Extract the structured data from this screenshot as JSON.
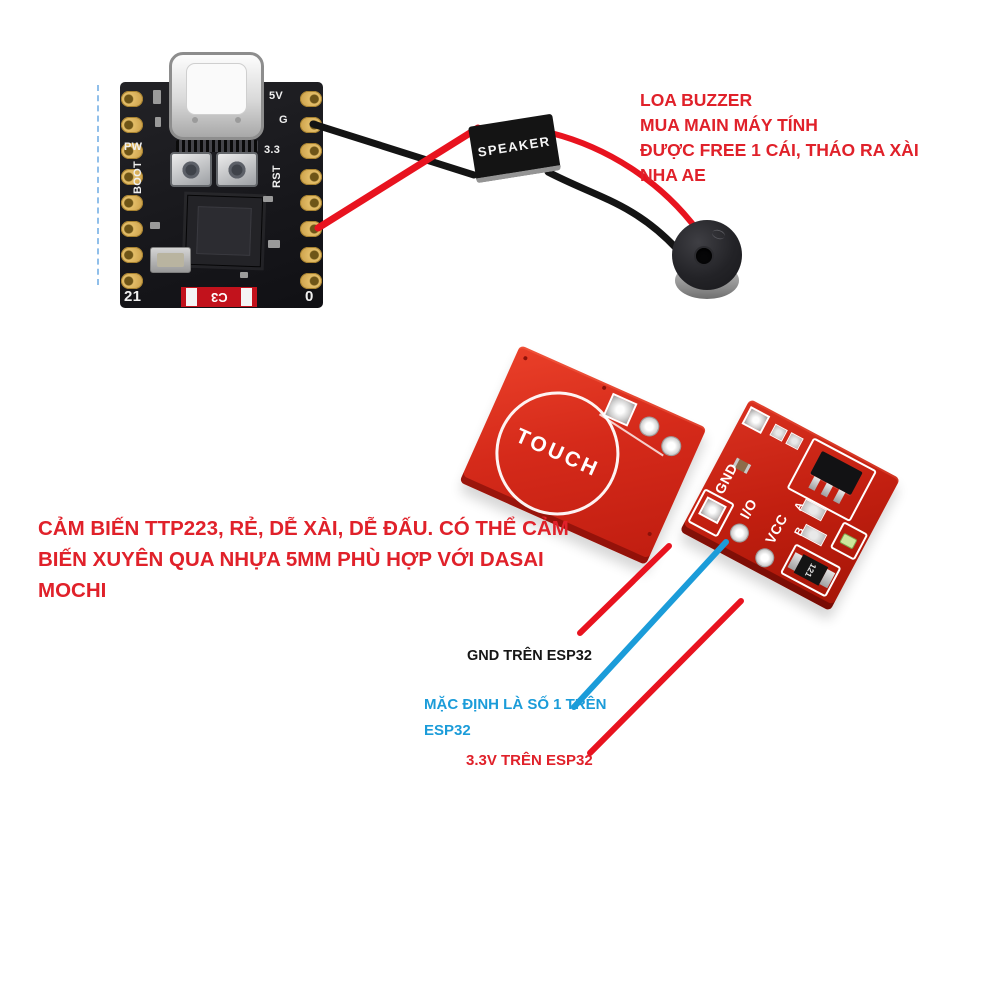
{
  "colors": {
    "annotation_red": "#e0212a",
    "annotation_blue": "#1b9cd9",
    "annotation_black": "#161616",
    "wire_red": "#e8131f",
    "wire_black": "#141414",
    "pcb_red": "#d02817",
    "esp_board_black": "#1a1a1e",
    "gold_pin": "#dcb564"
  },
  "esp32_board": {
    "right_pins": [
      "5V",
      "G",
      "3.3",
      "RST"
    ],
    "left_pins": [
      "PW",
      "BOOT"
    ],
    "bottom_left_pin": "21",
    "bottom_right_pin": "0",
    "fuse_label": "C3"
  },
  "speaker": {
    "label": "SPEAKER"
  },
  "touch_module": {
    "front_label": "TOUCH",
    "back_pins": [
      "GND",
      "I/O",
      "VCC"
    ],
    "jumpers": [
      "A",
      "B"
    ],
    "resistor": "121"
  },
  "annotations": {
    "buzzer_note": {
      "lines": [
        "LOA BUZZER",
        "MUA MAIN MÁY TÍNH",
        "ĐƯỢC FREE 1 CÁI, THÁO RA XÀI",
        "NHA AE"
      ]
    },
    "sensor_note": {
      "lines": [
        "CẢM BIẾN TTP223, RẺ, DỄ XÀI, DỄ ĐẤU. CÓ THỂ CẢM",
        "BIẾN XUYÊN QUA NHỰA 5MM PHÙ HỢP VỚI DASAI",
        "MOCHI"
      ]
    },
    "wiring": {
      "gnd_label": "GND TRÊN ESP32",
      "io_label_line1": "MẶC ĐỊNH LÀ SỐ 1 TRÊN",
      "io_label_line2": "ESP32",
      "vcc_label": "3.3V TRÊN ESP32"
    }
  }
}
